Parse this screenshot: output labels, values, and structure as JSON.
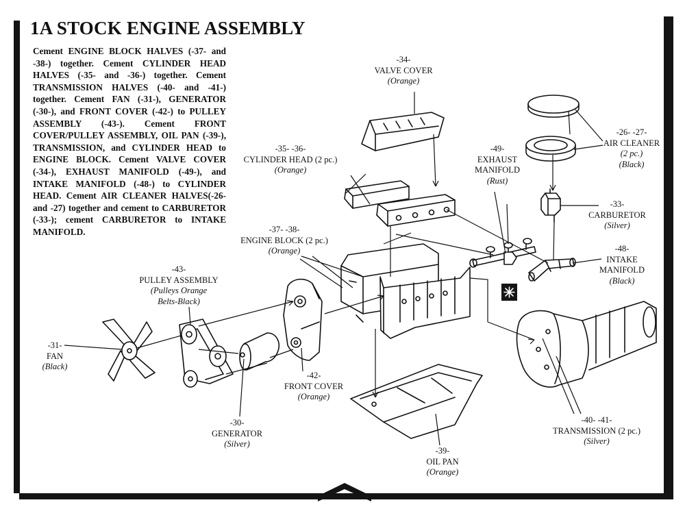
{
  "title": "1A STOCK ENGINE ASSEMBLY",
  "instructions": "Cement ENGINE BLOCK HALVES (-37- and -38-) together. Cement CYLINDER HEAD HALVES (-35- and -36-) together. Cement TRANSMISSION HALVES (-40- and -41-) together. Cement FAN (-31-), GENERATOR (-30-), and FRONT COVER (-42-) to PULLEY ASSEMBLY (-43-). Cement FRONT COVER/PULLEY ASSEMBLY, OIL PAN (-39-), TRANSMISSION, and CYLINDER HEAD to ENGINE BLOCK. Cement VALVE COVER (-34-), EXHAUST MANIFOLD (-49-), and INTAKE MANIFOLD (-48-) to CYLINDER HEAD. Cement AIR CLEANER HALVES(-26- and -27) together and cement to CARBURETOR (-33-); cement CARBURETOR to INTAKE MANIFOLD.",
  "parts": {
    "valve_cover": {
      "number": "-34-",
      "name": "VALVE COVER",
      "color": "(Orange)"
    },
    "air_cleaner": {
      "number": "-26-  -27-",
      "name": "AIR CLEANER",
      "count": "(2 pc.)",
      "color": "(Black)"
    },
    "cylinder_head": {
      "number": "-35-  -36-",
      "name": "CYLINDER HEAD (2 pc.)",
      "color": "(Orange)"
    },
    "exhaust_manifold": {
      "number": "-49-",
      "name_line1": "EXHAUST",
      "name_line2": "MANIFOLD",
      "color": "(Rust)"
    },
    "carburetor": {
      "number": "-33-",
      "name": "CARBURETOR",
      "color": "(Silver)"
    },
    "engine_block": {
      "number": "-37-  -38-",
      "name": "ENGINE BLOCK (2 pc.)",
      "color": "(Orange)"
    },
    "intake_manifold": {
      "number": "-48-",
      "name_line1": "INTAKE",
      "name_line2": "MANIFOLD",
      "color": "(Black)"
    },
    "pulley_assembly": {
      "number": "-43-",
      "name": "PULLEY ASSEMBLY",
      "color_line1": "(Pulleys Orange",
      "color_line2": "Belts-Black)"
    },
    "fan": {
      "number": "-31-",
      "name": "FAN",
      "color": "(Black)"
    },
    "front_cover": {
      "number": "-42-",
      "name": "FRONT COVER",
      "color": "(Orange)"
    },
    "generator": {
      "number": "-30-",
      "name": "GENERATOR",
      "color": "(Silver)"
    },
    "oil_pan": {
      "number": "-39-",
      "name": "OIL PAN",
      "color": "(Orange)"
    },
    "transmission": {
      "number": "-40-  -41-",
      "name": "TRANSMISSION (2 pc.)",
      "color": "(Silver)"
    }
  }
}
